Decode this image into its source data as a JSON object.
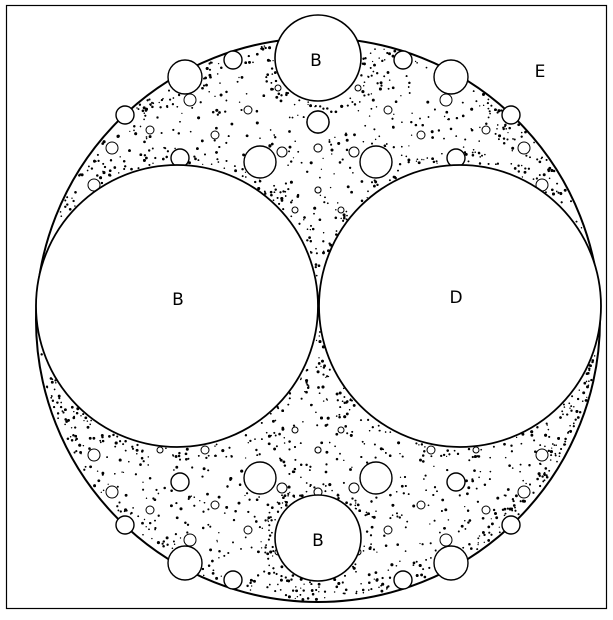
{
  "diagram": {
    "region_labels": {
      "top": "B",
      "left": "B",
      "right": "D",
      "bottom": "B",
      "outside": "E"
    },
    "colors": {
      "stroke": "#000000",
      "fill": "#ffffff",
      "dust": "#000000"
    }
  }
}
